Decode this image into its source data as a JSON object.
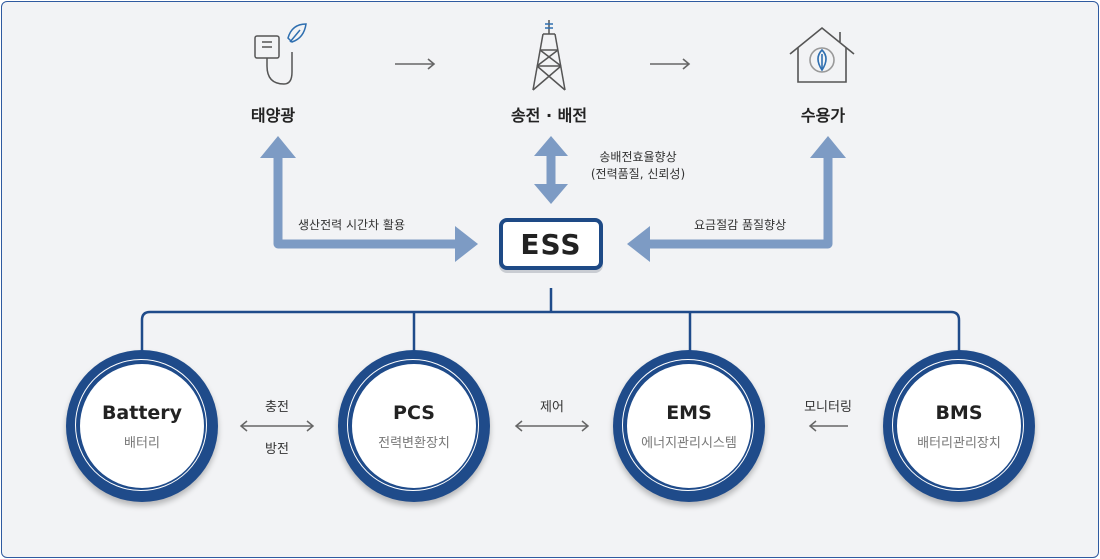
{
  "top_nodes": [
    {
      "label": "태양광",
      "icon": "solar-plug-icon"
    },
    {
      "label": "송전 · 배전",
      "icon": "transmission-tower-icon"
    },
    {
      "label": "수용가",
      "icon": "house-leaf-icon"
    }
  ],
  "arrow_labels": {
    "solar": "생산전력 시간차 활용",
    "grid_line1": "송배전효율향상",
    "grid_line2": "(전력품질, 신뢰성)",
    "consumer": "요금절감 품질향상"
  },
  "ess": {
    "label": "ESS"
  },
  "components": [
    {
      "title": "Battery",
      "subtitle": "배터리"
    },
    {
      "title": "PCS",
      "subtitle": "전력변환장치"
    },
    {
      "title": "EMS",
      "subtitle": "에너지관리시스템"
    },
    {
      "title": "BMS",
      "subtitle": "배터리관리장치"
    }
  ],
  "links": {
    "battery_pcs_top": "충전",
    "battery_pcs_bottom": "방전",
    "pcs_ems": "제어",
    "ems_bms": "모니터링"
  },
  "colors": {
    "accent_dark": "#1f4b8a",
    "arrow_blue": "#7d9bc4",
    "background": "#f2f3f5"
  }
}
